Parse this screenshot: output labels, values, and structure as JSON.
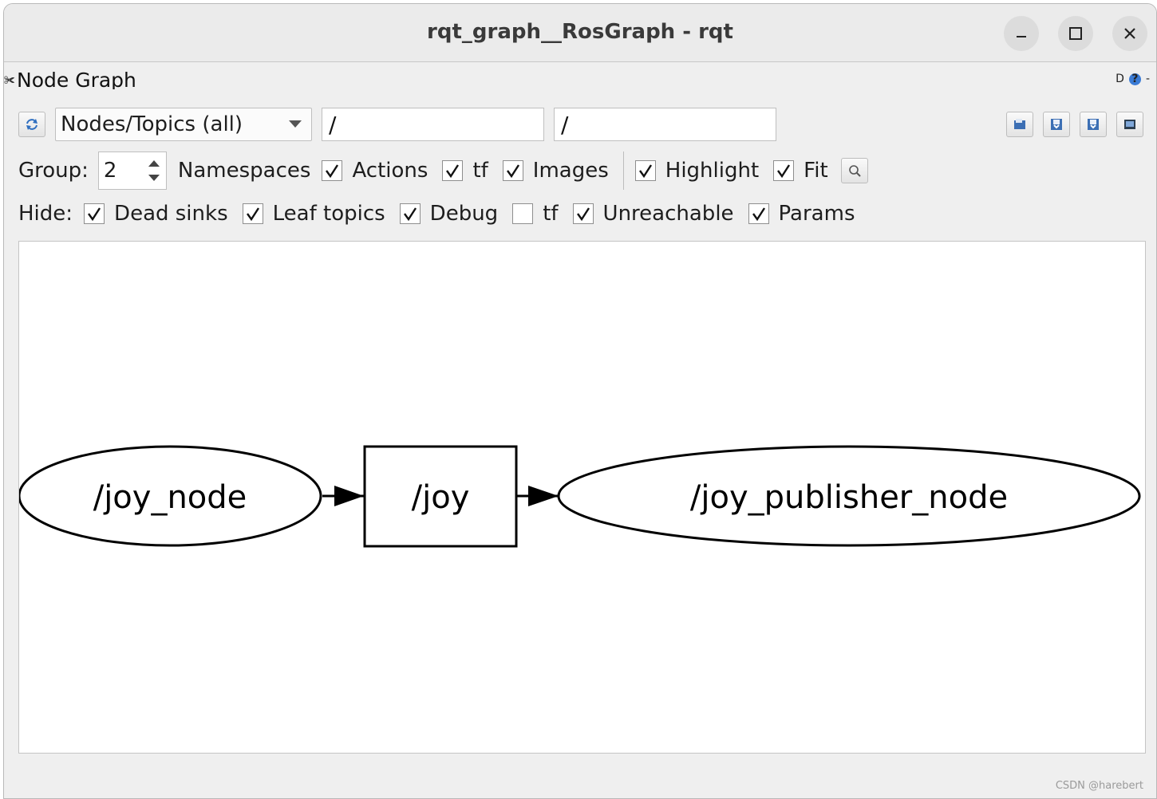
{
  "window": {
    "title": "rqt_graph__RosGraph - rqt",
    "controls": [
      "minimize-icon",
      "maximize-icon",
      "close-icon"
    ]
  },
  "dock": {
    "title": "Node Graph",
    "right_glyphs": "D",
    "right_help": "?",
    "right_close": "-"
  },
  "toolbar": {
    "refresh_icon": "refresh-icon",
    "graph_type": "Nodes/Topics (all)",
    "node_filter": "/",
    "topic_filter": "/",
    "right_icons": [
      "load-dot-icon",
      "save-dot-icon",
      "save-svg-icon",
      "save-image-icon"
    ]
  },
  "group_row": {
    "group_label": "Group:",
    "group_value": "2",
    "options": [
      {
        "label": "Namespaces",
        "checked": true
      },
      {
        "label": "Actions",
        "checked": true
      },
      {
        "label": "tf",
        "checked": true
      },
      {
        "label": "Images",
        "checked": true
      }
    ],
    "highlight": {
      "label": "Highlight",
      "checked": true
    },
    "fit": {
      "label": "Fit",
      "checked": true
    },
    "fit_icon": "zoom-fit-icon"
  },
  "hide_row": {
    "hide_label": "Hide:",
    "options": [
      {
        "label": "Dead sinks",
        "checked": true
      },
      {
        "label": "Leaf topics",
        "checked": true
      },
      {
        "label": "Debug",
        "checked": true
      },
      {
        "label": "tf",
        "checked": false
      },
      {
        "label": "Unreachable",
        "checked": true
      },
      {
        "label": "Params",
        "checked": true
      }
    ]
  },
  "graph": {
    "nodes": [
      {
        "id": "joy_node",
        "label": "/joy_node",
        "shape": "ellipse"
      },
      {
        "id": "joy",
        "label": "/joy",
        "shape": "box"
      },
      {
        "id": "joy_publisher_node",
        "label": "/joy_publisher_node",
        "shape": "ellipse"
      }
    ],
    "edges": [
      {
        "from": "joy_node",
        "to": "joy"
      },
      {
        "from": "joy",
        "to": "joy_publisher_node"
      }
    ]
  },
  "watermark": "CSDN @harebert"
}
